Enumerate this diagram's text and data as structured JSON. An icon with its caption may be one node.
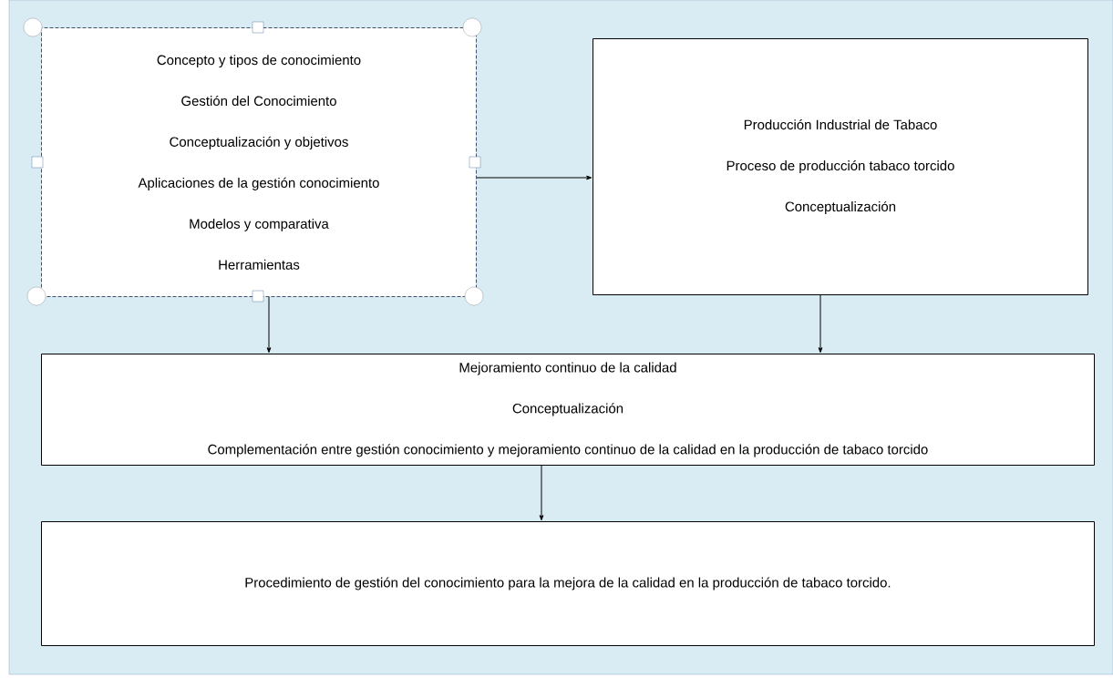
{
  "diagram": {
    "nodes": [
      {
        "text": [
          "Concepto y tipos de conocimiento",
          "Gestión del Conocimiento",
          "Conceptualización y objetivos",
          "Aplicaciones de la gestión conocimiento",
          "Modelos y comparativa",
          "Herramientas"
        ]
      },
      {
        "text": [
          "Producción Industrial de Tabaco",
          "Proceso de producción tabaco torcido",
          "Conceptualización"
        ]
      },
      {
        "text": [
          "Mejoramiento continuo de la calidad",
          "Conceptualización",
          "Complementación entre gestión conocimiento y mejoramiento continuo de la calidad en la producción de tabaco torcido"
        ]
      },
      {
        "text": [
          "Procedimiento de gestión del conocimiento para la mejora de la calidad en la producción de tabaco torcido."
        ]
      }
    ],
    "edges": [
      {
        "from": 0,
        "to": 1,
        "arrow": "to"
      },
      {
        "from": 0,
        "to": 2,
        "arrow": "to"
      },
      {
        "from": 1,
        "to": 2,
        "arrow": "to"
      },
      {
        "from": 2,
        "to": 3,
        "arrow": "to"
      }
    ]
  }
}
